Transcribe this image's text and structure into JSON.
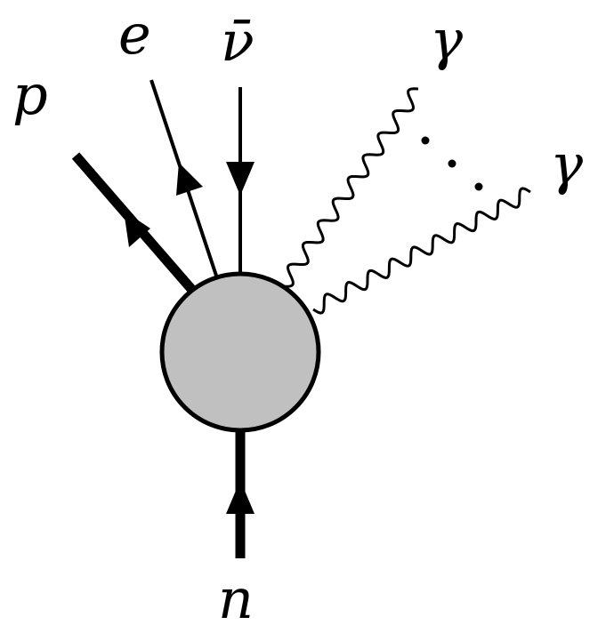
{
  "diagram": {
    "labels": {
      "proton": "p",
      "electron": "e",
      "antineutrino": "ν̄",
      "photon_upper": "γ",
      "photon_lower": "γ",
      "neutron": "n"
    },
    "colors": {
      "blob_fill": "#c0c0c0",
      "stroke": "#000000",
      "background": "#ffffff"
    }
  }
}
